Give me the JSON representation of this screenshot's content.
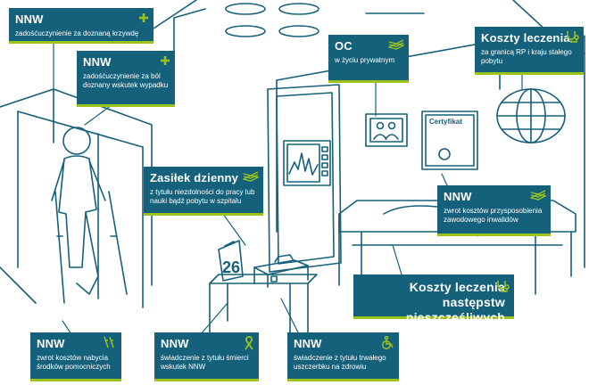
{
  "callouts": {
    "nnw_krzywda": {
      "title": "NNW",
      "sub": "zadośćuczynienie za doznaną krzywdę",
      "icon": "plus-icon"
    },
    "nnw_bol": {
      "title": "NNW",
      "sub": "zadośćuczynienie za ból doznany wskutek wypadku",
      "icon": "plus-icon"
    },
    "oc": {
      "title": "OC",
      "sub": "w życiu prywatnym",
      "icon": "money-stack-icon"
    },
    "koszty_leczenia": {
      "title": "Koszty leczenia",
      "sub": "za granicą RP i kraju stałego pobytu",
      "icon": "stethoscope-icon"
    },
    "zasilek": {
      "title": "Zasiłek dzienny",
      "sub": "z tytułu niezdolności do pracy lub nauki bądź pobytu w szpitalu",
      "icon": "money-stack-icon"
    },
    "nnw_inwalidow": {
      "title": "NNW",
      "sub": "zwrot kosztów przysposobienia zawodowego inwalidów",
      "icon": "money-stack-icon"
    },
    "koszty_nastepstw": {
      "title": "Koszty leczenia następstw nieszczęśliwych wypadków",
      "icon": "stethoscope-icon"
    },
    "nnw_srodki": {
      "title": "NNW",
      "sub": "zwrot kosztów nabycia środków pomocniczych",
      "icon": "crutches-icon"
    },
    "nnw_smierc": {
      "title": "NNW",
      "sub": "świadczenie z tytułu śmierci wskutek NNW",
      "icon": "ribbon-icon"
    },
    "nnw_uszczerbek": {
      "title": "NNW",
      "sub": "świadczenie z tytułu trwałego uszczerbku na zdrowiu",
      "icon": "wheelchair-icon"
    }
  },
  "scene": {
    "certificate_label": "Certyfikat",
    "calendar_day": "26"
  },
  "colors": {
    "line": "#15607a",
    "callout_bg": "#15607a",
    "accent": "#9bc31c",
    "text": "#ffffff"
  }
}
